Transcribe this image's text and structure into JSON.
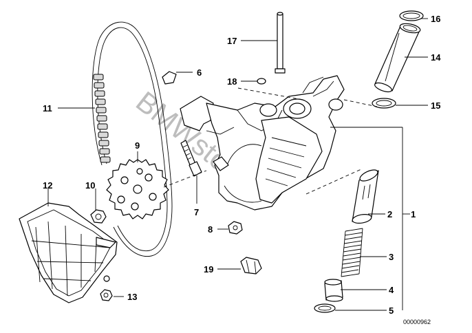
{
  "callouts": {
    "c1": "1",
    "c2": "2",
    "c3": "3",
    "c4": "4",
    "c5": "5",
    "c6": "6",
    "c7": "7",
    "c8": "8",
    "c9": "9",
    "c10": "10",
    "c11": "11",
    "c12": "12",
    "c13": "13",
    "c14": "14",
    "c15": "15",
    "c16": "16",
    "c17": "17",
    "c18": "18",
    "c19": "19"
  },
  "reference_number": "00000962",
  "watermark": "BMWstore.pl",
  "colors": {
    "line": "#000000",
    "background": "#ffffff",
    "watermark": "#bdbdbd"
  }
}
